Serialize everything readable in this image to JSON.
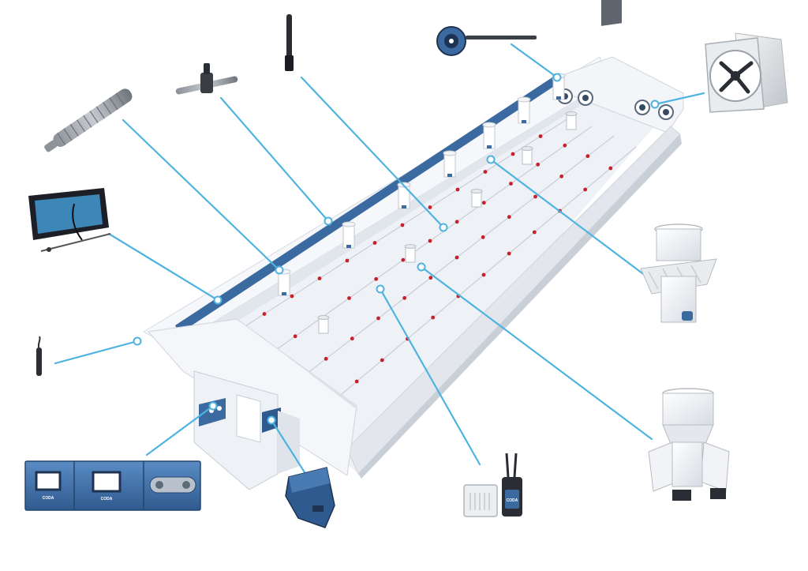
{
  "colors": {
    "callout_line": "#4fb3e0",
    "equipment_blue": "#3b6aa0",
    "dark_navy": "#1e3252",
    "barn_white": "#f3f5f8",
    "barn_shadow": "#d8dde4",
    "drinker_red": "#c8202a"
  },
  "panel_labels": {
    "left_screen_brand": "CODA",
    "right_screen_brand": "CODA"
  },
  "sensor_brand": "CODA",
  "components": [
    {
      "icon": "wireless-antenna-icon"
    },
    {
      "icon": "temperature-probe-icon"
    },
    {
      "icon": "exhaust-fan-icon"
    },
    {
      "icon": "roof-chimney-icon"
    },
    {
      "icon": "ceiling-inlet-icon"
    },
    {
      "icon": "climate-sensor-icon"
    },
    {
      "icon": "heater-unit-icon"
    },
    {
      "icon": "control-cabinet-icon"
    },
    {
      "icon": "humidity-sensor-icon"
    },
    {
      "icon": "wall-inlet-icon"
    },
    {
      "icon": "heating-pipe-icon"
    },
    {
      "icon": "water-meter-icon"
    }
  ]
}
